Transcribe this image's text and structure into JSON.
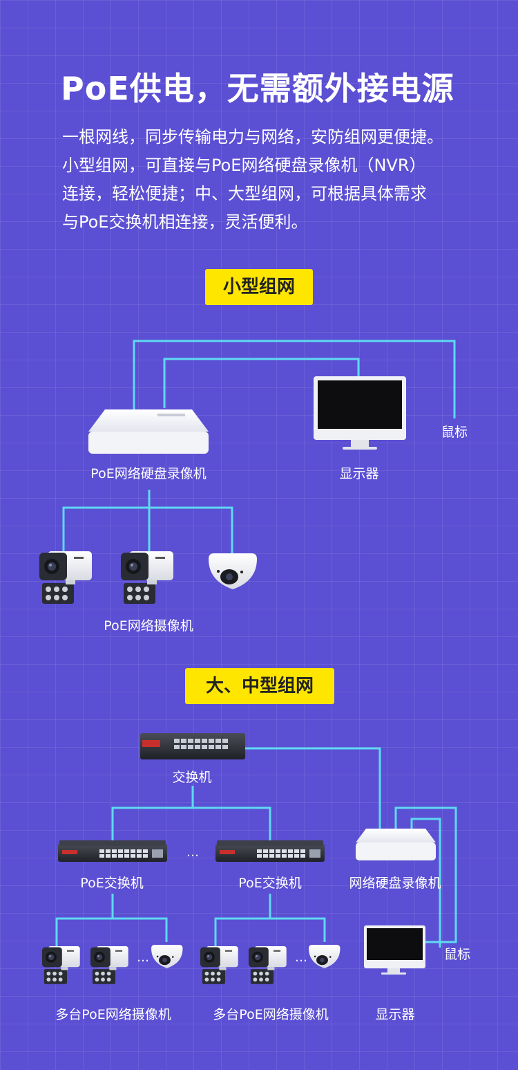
{
  "title": "PoE供电，无需额外接电源",
  "description": [
    "一根网线，同步传输电力与网络，安防组网更便捷。",
    "小型组网，可直接与PoE网络硬盘录像机（NVR）",
    "连接，轻松便捷；中、大型组网，可根据具体需求",
    "与PoE交换机相连接，灵活便利。"
  ],
  "small_network": {
    "badge": "小型组网",
    "nvr_label": "PoE网络硬盘录像机",
    "monitor_label": "显示器",
    "mouse_label": "鼠标",
    "camera_label": "PoE网络摄像机"
  },
  "large_network": {
    "badge": "大、中型组网",
    "switch_label": "交换机",
    "poe_switch_label_1": "PoE交换机",
    "poe_switch_label_2": "PoE交换机",
    "nvr_label": "网络硬盘录像机",
    "monitor_label": "显示器",
    "mouse_label": "鼠标",
    "camera_group_label_1": "多台PoE网络摄像机",
    "camera_group_label_2": "多台PoE网络摄像机",
    "ellipsis": "…"
  },
  "colors": {
    "background": "#5b4fd3",
    "line": "#5fd9f2",
    "badge": "#ffe600"
  }
}
